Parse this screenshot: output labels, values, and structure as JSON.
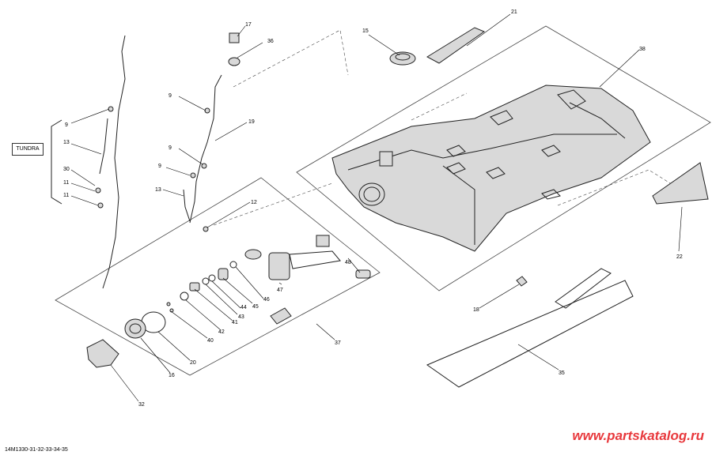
{
  "tundra_label": "TUNDRA",
  "drawing_code": "14M1330-31-32-33-34-35",
  "watermark": "www.partskatalog.ru",
  "callouts": [
    "17",
    "36",
    "9",
    "19",
    "9",
    "9",
    "13",
    "12",
    "9",
    "13",
    "30",
    "11",
    "11",
    "15",
    "21",
    "38",
    "22",
    "18",
    "35",
    "37",
    "47",
    "48",
    "46",
    "45",
    "44",
    "43",
    "41",
    "42",
    "40",
    "20",
    "16",
    "32"
  ]
}
